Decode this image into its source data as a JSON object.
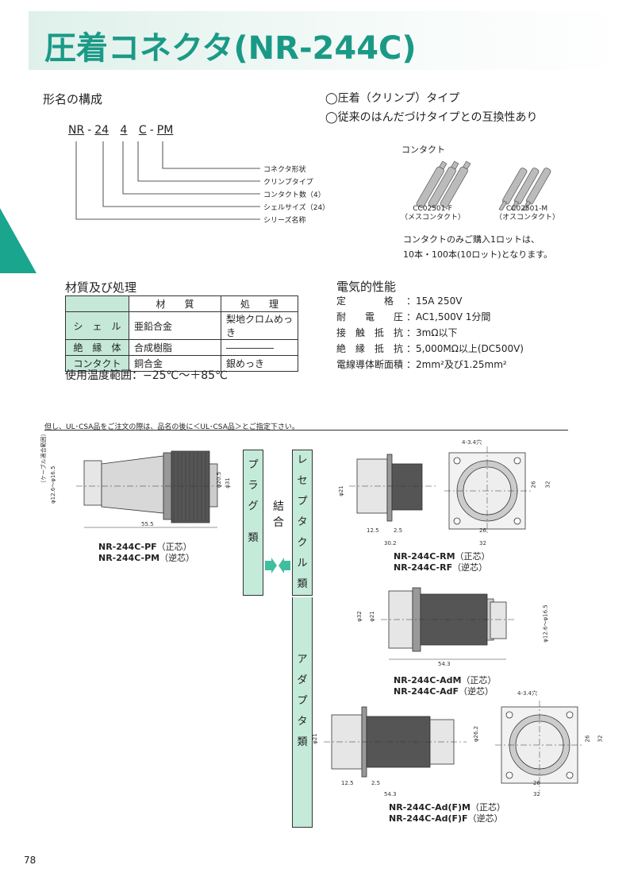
{
  "title": "圧着コネクタ(NR-244C)",
  "page_number": "78",
  "structure": {
    "heading": "形名の構成",
    "part_number": [
      "NR",
      "-",
      "24",
      "4",
      "C",
      "-",
      "PM"
    ],
    "legend": [
      "コネクタ形状",
      "クリンプタイプ",
      "コンタクト数（4）",
      "シェルサイズ（24）",
      "シリーズ名称"
    ]
  },
  "features": [
    "◯圧着（クリンプ）タイプ",
    "◯従来のはんだづけタイプとの互換性あり"
  ],
  "contacts": {
    "heading": "コンタクト",
    "female_code": "CC02501-F",
    "female_label": "（メスコンタクト）",
    "male_code": "CC02501-M",
    "male_label": "（オスコンタクト）",
    "note_line1": "コンタクトのみご購入1ロットは、",
    "note_line2": "10本・100本(10ロット)となります。"
  },
  "materials": {
    "heading": "材質及び処理",
    "headers": [
      "",
      "材　　質",
      "処　　理"
    ],
    "rows": [
      {
        "part": "シ　ェ　ル",
        "material": "亜鉛合金",
        "treatment": "梨地クロムめっき"
      },
      {
        "part": "絶　縁　体",
        "material": "合成樹脂",
        "treatment": "―――――"
      },
      {
        "part": "コンタクト",
        "material": "銅合金",
        "treatment": "銀めっき"
      }
    ],
    "temperature": "使用温度範囲：−25℃〜＋85℃"
  },
  "electrical": {
    "heading": "電気的性能",
    "rows": [
      {
        "label": "定　　　　格",
        "value": "：15A 250V"
      },
      {
        "label": "耐　　電　　圧",
        "value": "：AC1,500V 1分間"
      },
      {
        "label": "接　触　抵　抗",
        "value": "：3mΩ以下"
      },
      {
        "label": "絶　縁　抵　抗",
        "value": "：5,000MΩ以上(DC500V)"
      },
      {
        "label": "電線導体断面積",
        "value": "：2mm²及び1.25mm²"
      }
    ]
  },
  "ul_note": "但し、UL･CSA品をご注文の際は、品名の後に＜UL･CSA品＞とご指定下さい。",
  "categories": {
    "plug": [
      "プ",
      "ラ",
      "グ",
      "類"
    ],
    "mate": [
      "結",
      "合"
    ],
    "receptacle": [
      "レ",
      "セ",
      "プ",
      "タ",
      "ク",
      "ル",
      "類"
    ],
    "adapter": [
      "ア",
      "ダ",
      "プ",
      "タ",
      "類"
    ]
  },
  "products": {
    "plug": {
      "line1": "NR-244C-PF",
      "line1_note": "（正芯）",
      "line2": "NR-244C-PM",
      "line2_note": "（逆芯）"
    },
    "receptacle": {
      "line1": "NR-244C-RM",
      "line1_note": "（正芯）",
      "line2": "NR-244C-RF",
      "line2_note": "（逆芯）"
    },
    "adapter_m": {
      "line1": "NR-244C-AdM",
      "line1_note": "（正芯）",
      "line2": "NR-244C-AdF",
      "line2_note": "（逆芯）"
    },
    "adapter_f": {
      "line1": "NR-244C-Ad(F)M",
      "line1_note": "（正芯）",
      "line2": "NR-244C-Ad(F)F",
      "line2_note": "（逆芯）"
    }
  },
  "dims": {
    "plug_len": "55.5",
    "plug_d1": "φ20.5",
    "plug_d2": "φ31",
    "cable": "φ12.6〜φ16.5",
    "cable_note": "（ケーブル適合範囲）",
    "rec_hole": "4-3.4穴",
    "rec_d": "φ21",
    "rec_a": "12.5",
    "rec_b": "2.5",
    "rec_c": "30.2",
    "rec_s1": "26",
    "rec_s2": "32",
    "ad_d1": "φ21",
    "ad_d2": "φ32",
    "ad_len": "54.3",
    "adf_d": "φ21",
    "adf_d2": "φ26.2",
    "adf_a": "12.5",
    "adf_b": "2.5",
    "adf_len": "54.3",
    "adf_s1": "26",
    "adf_s2": "32",
    "adf_hole": "4-3.4穴"
  },
  "colors": {
    "accent": "#1a9a86",
    "table_header": "#c5e8d8",
    "category_bar": "#c4ead9",
    "arrow": "#3fbf9f"
  }
}
